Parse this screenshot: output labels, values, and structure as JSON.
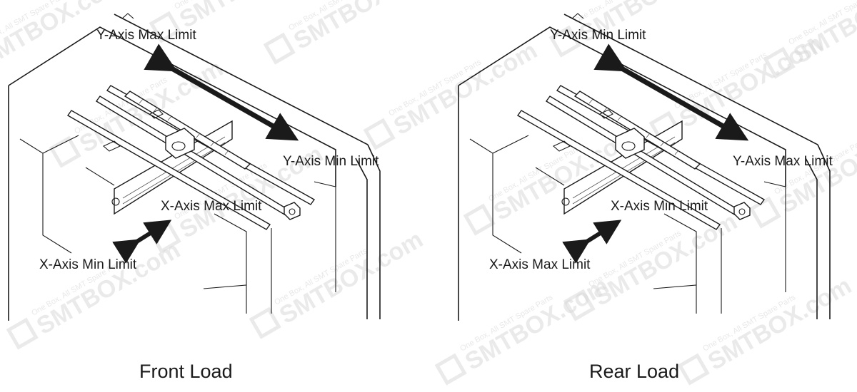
{
  "watermark": {
    "brand": "SMTBOX.com",
    "tagline": "One Box, All SMT Spare Parts"
  },
  "panels": [
    {
      "caption": "Front Load",
      "labels": {
        "y_top": "Y-Axis Max Limit",
        "y_bottom": "Y-Axis Min Limit",
        "x_top": "X-Axis Max Limit",
        "x_bottom": "X-Axis Min Limit"
      }
    },
    {
      "caption": "Rear Load",
      "labels": {
        "y_top": "Y-Axis Min Limit",
        "y_bottom": "Y-Axis Max Limit",
        "x_top": "X-Axis Min Limit",
        "x_bottom": "X-Axis Max Limit"
      }
    }
  ],
  "colors": {
    "ink": "#1a1a1a",
    "watermark": "#d9d9d9",
    "background": "#ffffff"
  }
}
